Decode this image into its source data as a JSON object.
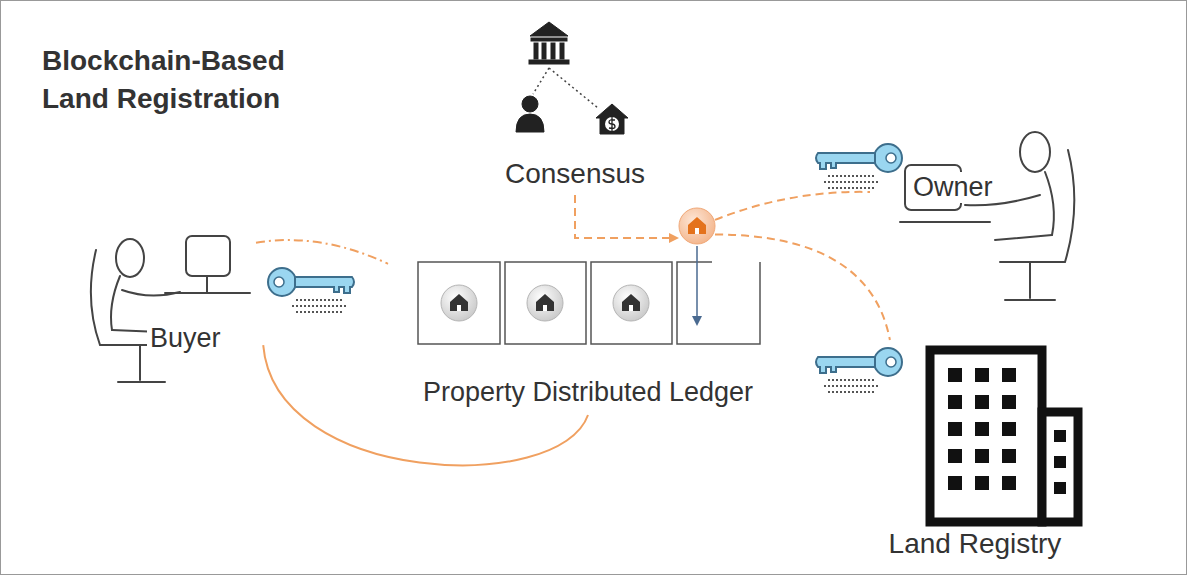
{
  "diagram": {
    "title": "Blockchain-Based Land Registration",
    "nodes": [
      {
        "text": [
          "Buyer"
        ]
      },
      {
        "text": [
          "Consensus"
        ]
      },
      {
        "text": [
          "Property Distributed Ledger"
        ]
      },
      {
        "text": [
          "Owner"
        ]
      },
      {
        "text": [
          "Land Registry"
        ]
      }
    ],
    "edges": [
      {
        "from": 0,
        "to": 2,
        "arrow": "none"
      },
      {
        "from": 0,
        "to": 2,
        "arrow": "none"
      },
      {
        "from": 1,
        "to": 2,
        "arrow": "to"
      },
      {
        "from": 2,
        "to": 3,
        "arrow": "none"
      },
      {
        "from": 2,
        "to": 4,
        "arrow": "none"
      }
    ]
  }
}
